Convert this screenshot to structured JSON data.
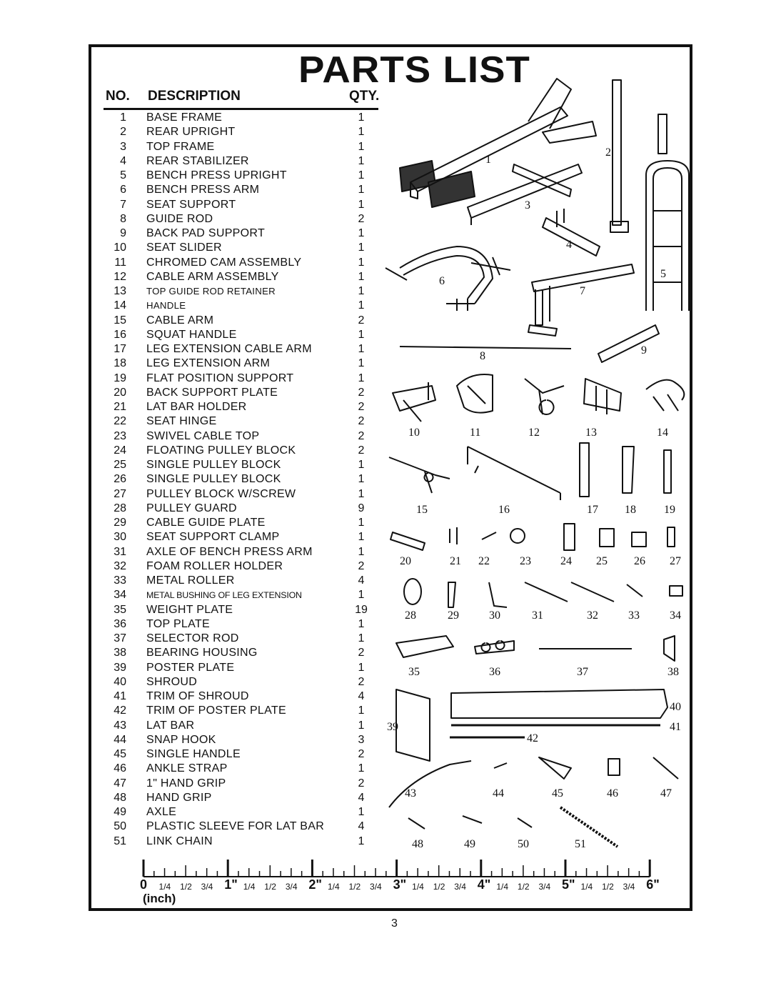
{
  "title": "PARTS LIST",
  "headers": {
    "no": "NO.",
    "description": "DESCRIPTION",
    "qty": "QTY."
  },
  "parts": [
    {
      "no": "1",
      "desc": "BASE FRAME",
      "qty": "1"
    },
    {
      "no": "2",
      "desc": "REAR UPRIGHT",
      "qty": "1"
    },
    {
      "no": "3",
      "desc": "TOP FRAME",
      "qty": "1"
    },
    {
      "no": "4",
      "desc": "REAR STABILIZER",
      "qty": "1"
    },
    {
      "no": "5",
      "desc": "BENCH PRESS UPRIGHT",
      "qty": "1"
    },
    {
      "no": "6",
      "desc": "BENCH PRESS ARM",
      "qty": "1"
    },
    {
      "no": "7",
      "desc": "SEAT SUPPORT",
      "qty": "1"
    },
    {
      "no": "8",
      "desc": "GUIDE ROD",
      "qty": "2"
    },
    {
      "no": "9",
      "desc": "BACK PAD SUPPORT",
      "qty": "1"
    },
    {
      "no": "10",
      "desc": "SEAT SLIDER",
      "qty": "1"
    },
    {
      "no": "11",
      "desc": "CHROMED CAM ASSEMBLY",
      "qty": "1"
    },
    {
      "no": "12",
      "desc": "CABLE ARM ASSEMBLY",
      "qty": "1"
    },
    {
      "no": "13",
      "desc": "TOP GUIDE ROD RETAINER",
      "qty": "1"
    },
    {
      "no": "14",
      "desc": "HANDLE",
      "qty": "1"
    },
    {
      "no": "15",
      "desc": "CABLE ARM",
      "qty": "2"
    },
    {
      "no": "16",
      "desc": "SQUAT HANDLE",
      "qty": "1"
    },
    {
      "no": "17",
      "desc": "LEG EXTENSION CABLE ARM",
      "qty": "1"
    },
    {
      "no": "18",
      "desc": "LEG EXTENSION ARM",
      "qty": "1"
    },
    {
      "no": "19",
      "desc": "FLAT POSITION SUPPORT",
      "qty": "1"
    },
    {
      "no": "20",
      "desc": "BACK SUPPORT PLATE",
      "qty": "2"
    },
    {
      "no": "21",
      "desc": "LAT BAR HOLDER",
      "qty": "2"
    },
    {
      "no": "22",
      "desc": "SEAT HINGE",
      "qty": "2"
    },
    {
      "no": "23",
      "desc": "SWIVEL CABLE TOP",
      "qty": "2"
    },
    {
      "no": "24",
      "desc": "FLOATING PULLEY BLOCK",
      "qty": "2"
    },
    {
      "no": "25",
      "desc": "SINGLE PULLEY BLOCK",
      "qty": "1"
    },
    {
      "no": "26",
      "desc": "SINGLE PULLEY BLOCK",
      "qty": "1"
    },
    {
      "no": "27",
      "desc": "PULLEY BLOCK W/SCREW",
      "qty": "1"
    },
    {
      "no": "28",
      "desc": "PULLEY GUARD",
      "qty": "9"
    },
    {
      "no": "29",
      "desc": "CABLE GUIDE PLATE",
      "qty": "1"
    },
    {
      "no": "30",
      "desc": "SEAT SUPPORT CLAMP",
      "qty": "1"
    },
    {
      "no": "31",
      "desc": "AXLE OF BENCH PRESS ARM",
      "qty": "1"
    },
    {
      "no": "32",
      "desc": "FOAM ROLLER HOLDER",
      "qty": "2"
    },
    {
      "no": "33",
      "desc": "METAL ROLLER",
      "qty": "4"
    },
    {
      "no": "34",
      "desc": "METAL BUSHING OF LEG EXTENSION",
      "qty": "1"
    },
    {
      "no": "35",
      "desc": "WEIGHT PLATE",
      "qty": "19"
    },
    {
      "no": "36",
      "desc": "TOP PLATE",
      "qty": "1"
    },
    {
      "no": "37",
      "desc": "SELECTOR ROD",
      "qty": "1"
    },
    {
      "no": "38",
      "desc": "BEARING HOUSING",
      "qty": "2"
    },
    {
      "no": "39",
      "desc": "POSTER PLATE",
      "qty": "1"
    },
    {
      "no": "40",
      "desc": "SHROUD",
      "qty": "2"
    },
    {
      "no": "41",
      "desc": "TRIM OF SHROUD",
      "qty": "4"
    },
    {
      "no": "42",
      "desc": "TRIM OF POSTER PLATE",
      "qty": "1"
    },
    {
      "no": "43",
      "desc": "LAT BAR",
      "qty": "1"
    },
    {
      "no": "44",
      "desc": "SNAP HOOK",
      "qty": "3"
    },
    {
      "no": "45",
      "desc": "SINGLE HANDLE",
      "qty": "2"
    },
    {
      "no": "46",
      "desc": "ANKLE STRAP",
      "qty": "1"
    },
    {
      "no": "47",
      "desc": "1\" HAND GRIP",
      "qty": "2"
    },
    {
      "no": "48",
      "desc": "HAND GRIP",
      "qty": "4"
    },
    {
      "no": "49",
      "desc": "AXLE",
      "qty": "1"
    },
    {
      "no": "50",
      "desc": "PLASTIC SLEEVE FOR LAT BAR",
      "qty": "4"
    },
    {
      "no": "51",
      "desc": "LINK CHAIN",
      "qty": "1"
    }
  ],
  "diagram_labels": [
    "1",
    "2",
    "3",
    "4",
    "5",
    "6",
    "7",
    "8",
    "9",
    "10",
    "11",
    "12",
    "13",
    "14",
    "15",
    "16",
    "17",
    "18",
    "19",
    "20",
    "21",
    "22",
    "23",
    "24",
    "25",
    "26",
    "27",
    "28",
    "29",
    "30",
    "31",
    "32",
    "33",
    "34",
    "35",
    "36",
    "37",
    "38",
    "39",
    "40",
    "41",
    "42",
    "43",
    "44",
    "45",
    "46",
    "47",
    "48",
    "49",
    "50",
    "51"
  ],
  "ruler": {
    "labels": [
      "0",
      "1/4",
      "1/2",
      "3/4",
      "1\"",
      "1/4",
      "1/2",
      "3/4",
      "2\"",
      "1/4",
      "1/2",
      "3/4",
      "3\"",
      "1/4",
      "1/2",
      "3/4",
      "4\"",
      "1/4",
      "1/2",
      "3/4",
      "5\"",
      "1/4",
      "1/2",
      "3/4",
      "6\""
    ],
    "unit": "(inch)"
  },
  "page_number": "3"
}
